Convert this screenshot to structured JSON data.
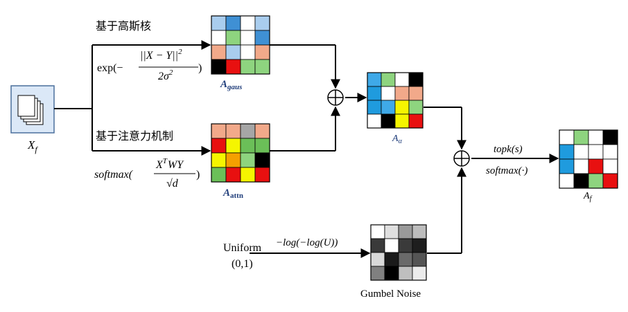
{
  "labels": {
    "input_symbol": "X",
    "input_sub": "f",
    "gauss_title": "基于高斯核",
    "gauss_formula_prefix": "exp(−",
    "gauss_numerator": "||X − Y||",
    "gauss_num_exp": "2",
    "gauss_denominator": "2σ",
    "gauss_den_exp": "2",
    "gauss_suffix": ")",
    "attn_title": "基于注意力机制",
    "attn_formula_prefix": "softmax(",
    "attn_numerator_a": "X",
    "attn_numerator_sup": "T",
    "attn_numerator_b": "WY",
    "attn_denominator": "√d",
    "attn_suffix": ")",
    "a_gaus_main": "A",
    "a_gaus_sub": "gaus",
    "a_attn_main": "A",
    "a_attn_sub": "attn",
    "a_alpha_main": "A",
    "a_alpha_sub": "α",
    "a_f_main": "A",
    "a_f_sub": "f",
    "topk": "topk(s)",
    "softmax_dot": "softmax(·)",
    "uniform_line1": "Uniform",
    "uniform_line2": "(0,1)",
    "noise_formula": "−log(−log(U))",
    "gumbel": "Gumbel Noise"
  },
  "colors": {
    "line": "#000000",
    "matrix_label": "#1f3d7a",
    "input_box_fill": "#dbe8f7",
    "input_box_stroke": "#4a6f9c"
  },
  "matrices": {
    "gaus": [
      [
        "#a9cdee",
        "#3f90d4",
        "#ffffff",
        "#a9cdee"
      ],
      [
        "#ffffff",
        "#8ed47f",
        "#ffffff",
        "#3f90d4"
      ],
      [
        "#f2a98a",
        "#a9cdee",
        "#ffffff",
        "#f2a98a"
      ],
      [
        "#000000",
        "#e81010",
        "#8ed47f",
        "#8ed47f"
      ]
    ],
    "attn": [
      [
        "#f2a98a",
        "#f2a98a",
        "#a6a6a6",
        "#f2a98a"
      ],
      [
        "#e81010",
        "#f5f500",
        "#6bbf58",
        "#6bbf58"
      ],
      [
        "#f5f500",
        "#f5a000",
        "#8ed47f",
        "#000000"
      ],
      [
        "#6bbf58",
        "#e81010",
        "#f5f500",
        "#e81010"
      ]
    ],
    "alpha": [
      [
        "#3fa9e8",
        "#8ed47f",
        "#ffffff",
        "#000000"
      ],
      [
        "#1f9bde",
        "#ffffff",
        "#f2a98a",
        "#f2a98a"
      ],
      [
        "#1f9bde",
        "#3fa9e8",
        "#f5f500",
        "#8ed47f"
      ],
      [
        "#ffffff",
        "#000000",
        "#f5f500",
        "#e81010"
      ]
    ],
    "af": [
      [
        "#ffffff",
        "#8ed47f",
        "#ffffff",
        "#000000"
      ],
      [
        "#1f9bde",
        "#ffffff",
        "#ffffff",
        "#ffffff"
      ],
      [
        "#1f9bde",
        "#ffffff",
        "#e81010",
        "#ffffff"
      ],
      [
        "#ffffff",
        "#000000",
        "#8ed47f",
        "#e81010"
      ]
    ],
    "noise": [
      [
        "#ffffff",
        "#e0e0e0",
        "#9a9a9a",
        "#bdbdbd"
      ],
      [
        "#3a3a3a",
        "#ffffff",
        "#3a3a3a",
        "#1e1e1e"
      ],
      [
        "#d9d9d9",
        "#1a1a1a",
        "#6a6a6a",
        "#555555"
      ],
      [
        "#808080",
        "#000000",
        "#bfbfbf",
        "#ececec"
      ]
    ]
  }
}
